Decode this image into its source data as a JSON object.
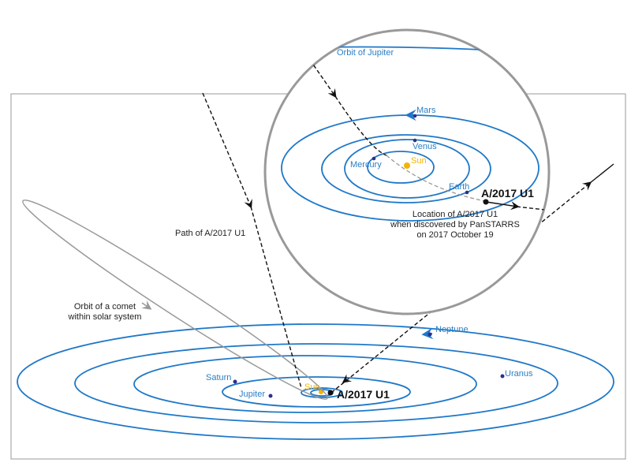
{
  "labels": {
    "orbit_of_jupiter": "Orbit of Jupiter",
    "mars": "Mars",
    "venus": "Venus",
    "mercury": "Mercury",
    "sun": "Sun",
    "earth": "Earth",
    "object_name": "A/2017 U1",
    "discovery_line1": "Location of A/2017 U1",
    "discovery_line2": "when discovered by PanSTARRS",
    "discovery_line3": "on 2017 October 19",
    "path_label": "Path of A/2017 U1",
    "comet_line1": "Orbit of a comet",
    "comet_line2": "within solar system",
    "neptune": "Neptune",
    "uranus": "Uranus",
    "saturn": "Saturn",
    "jupiter": "Jupiter"
  },
  "colors": {
    "orbit": "#1f78c8",
    "sun": "#f5b400",
    "planet": "#2b2f8f",
    "frame": "#999999"
  }
}
